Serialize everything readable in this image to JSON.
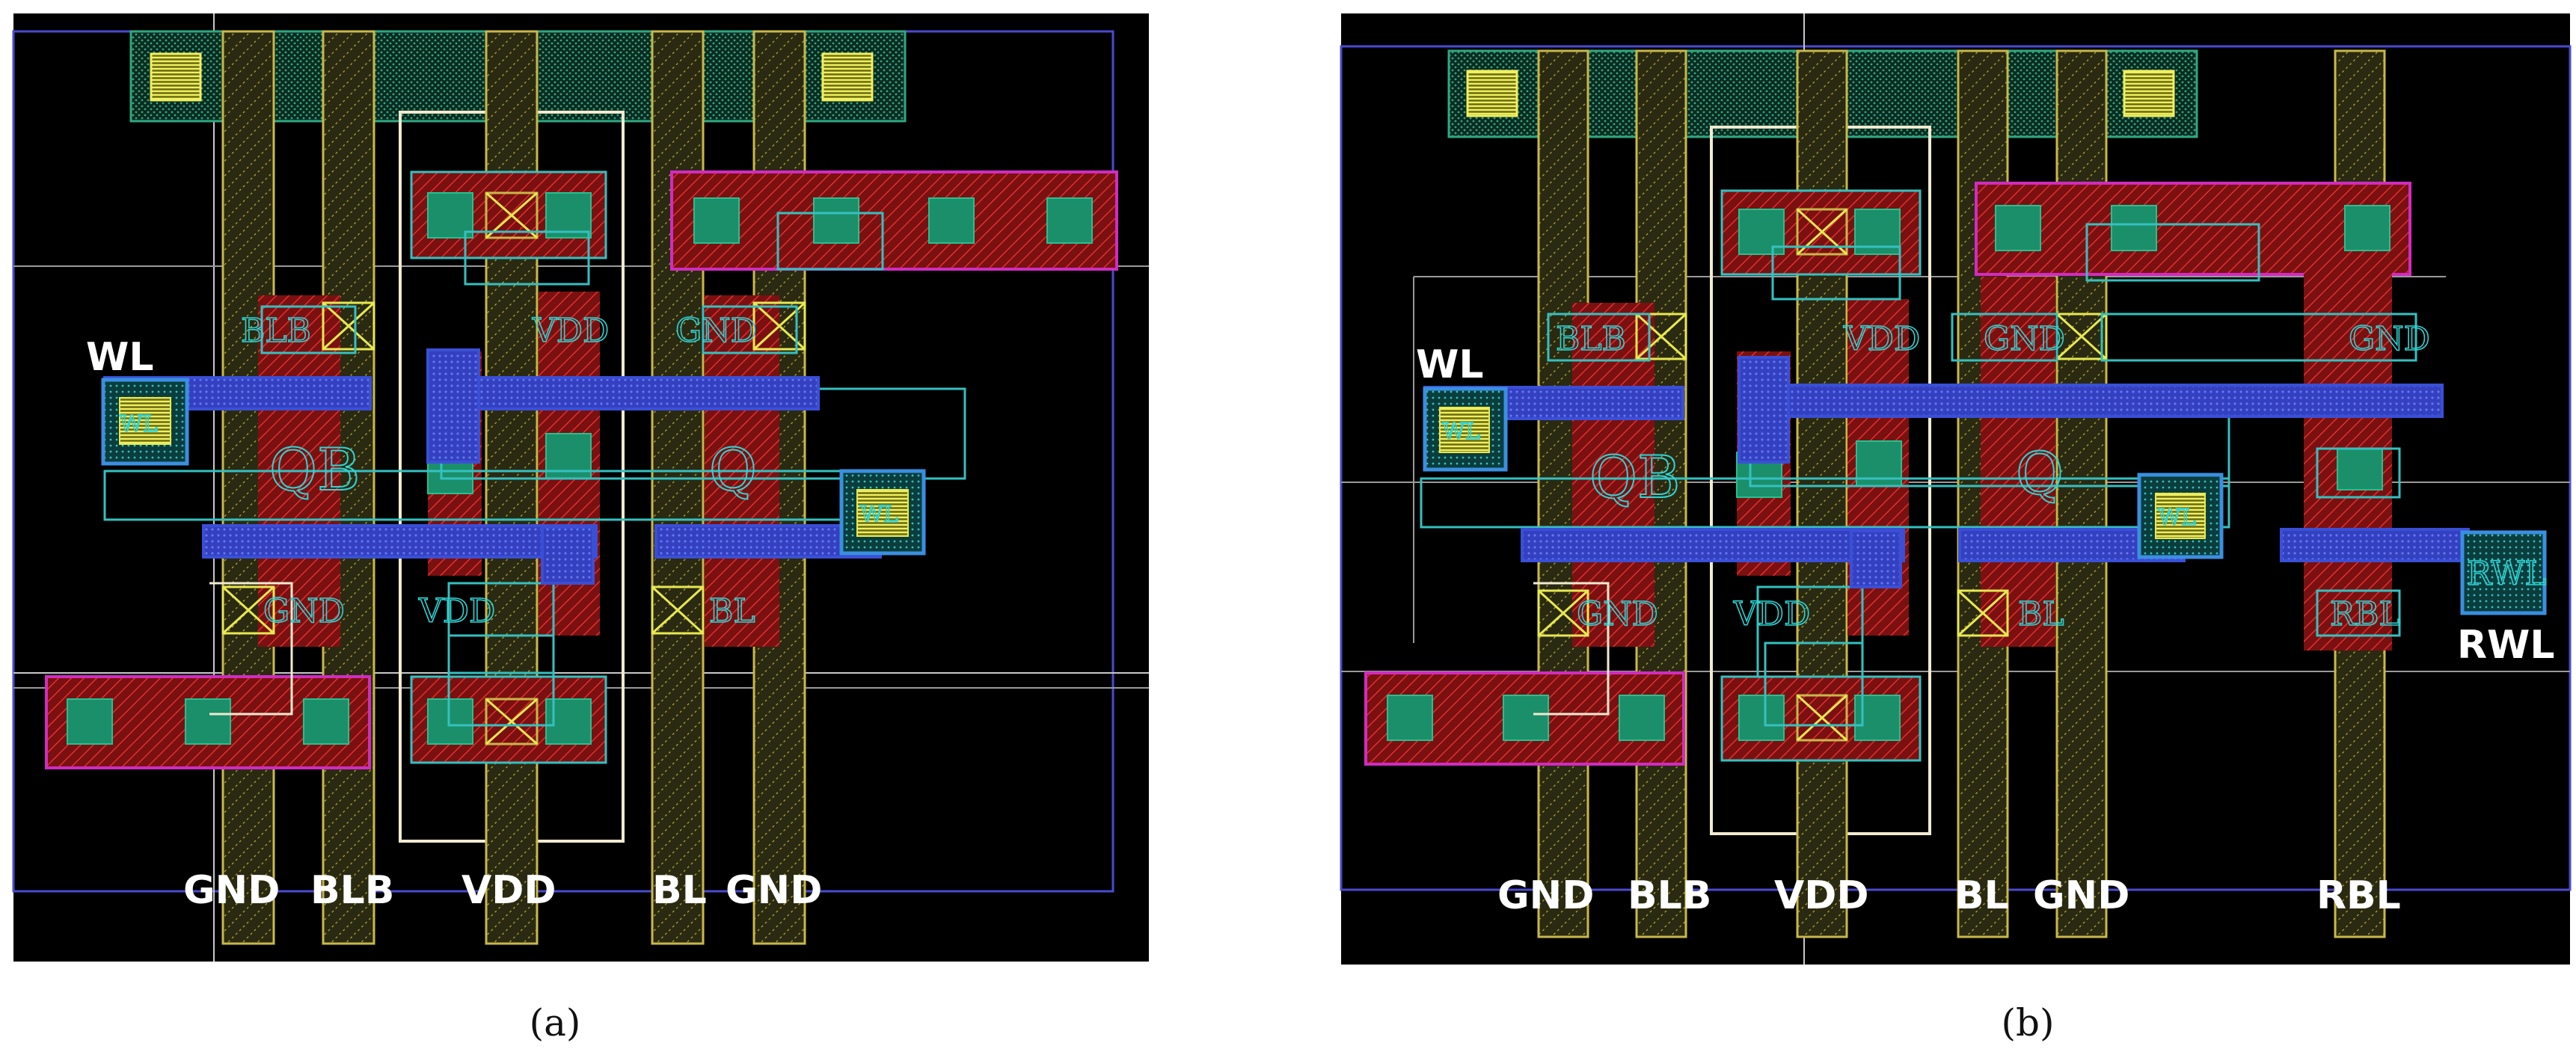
{
  "panels": [
    {
      "id": "a",
      "caption": "(a)",
      "labels": {
        "wl": "WL",
        "gnd_left": "GND",
        "blb": "BLB",
        "vdd": "VDD",
        "bl": "BL",
        "gnd_right": "GND"
      },
      "layout_text": {
        "blb": "BLB",
        "vdd_top": "VDD",
        "gnd_top": "GND",
        "qb": "QB",
        "q": "Q",
        "gnd_bottom": "GND",
        "vdd_bottom": "VDD",
        "bl": "BL",
        "wl_pin_left": "WL",
        "wl_pin_right": "WL"
      }
    },
    {
      "id": "b",
      "caption": "(b)",
      "labels": {
        "wl": "WL",
        "gnd_left": "GND",
        "blb": "BLB",
        "vdd": "VDD",
        "bl": "BL",
        "gnd_right": "GND",
        "rbl": "RBL",
        "rwl": "RWL"
      },
      "layout_text": {
        "blb": "BLB",
        "vdd_top": "VDD",
        "gnd_top": "GND",
        "gnd_top_right": "GND",
        "qb": "QB",
        "q": "Q",
        "gnd_bottom": "GND",
        "vdd_bottom": "VDD",
        "bl": "BL",
        "rbl": "RBL",
        "rwl": "RWL",
        "wl_pin_left": "WL",
        "wl_pin_right": "WL"
      }
    }
  ],
  "colors": {
    "background": "#000000",
    "metal_track": "#c8b84a",
    "diffusion": "#d42020",
    "active": "#1a8f6a",
    "wordline": "#3a4fd6",
    "via": "#e8e850",
    "label_text": "#2fd4d4",
    "boundary": "#4a4ad0",
    "nwell": "#f0ead0",
    "outline_magenta": "#d02cc0"
  }
}
